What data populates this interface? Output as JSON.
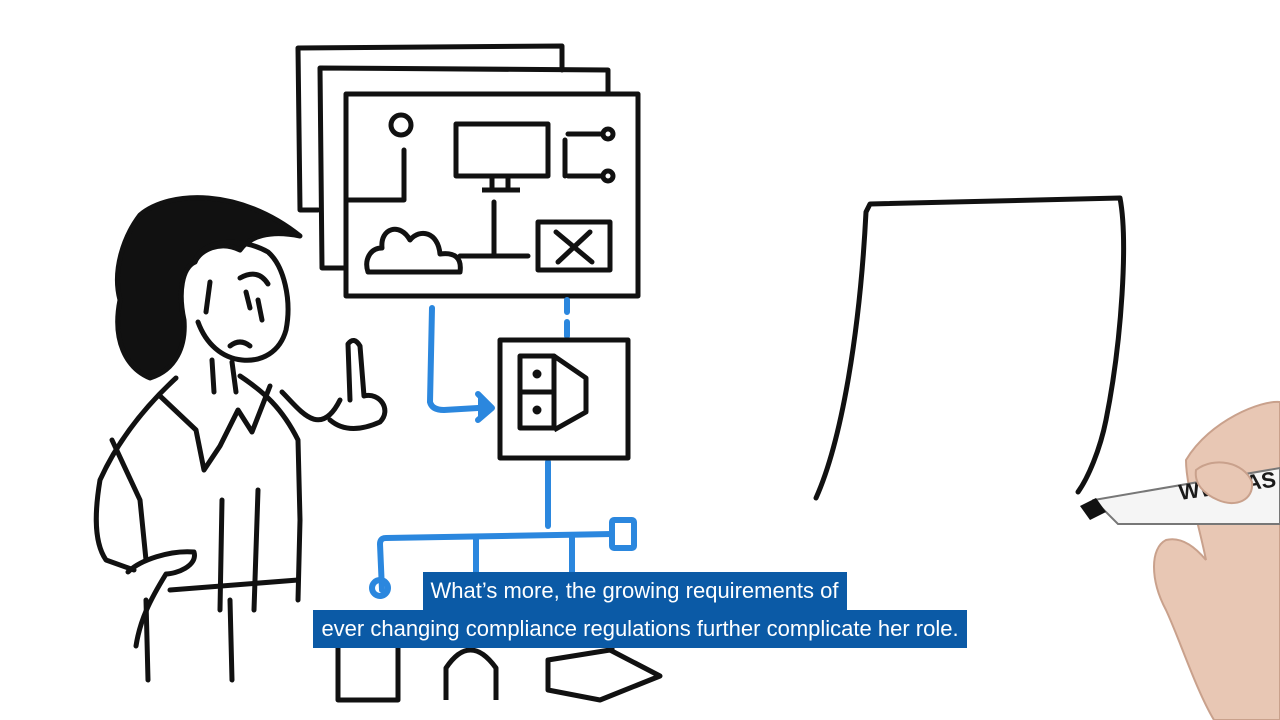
{
  "video": {
    "subtitle": {
      "line1": "What’s more, the growing requirements of",
      "line2": "ever changing compliance regulations further complicate her role."
    },
    "marker_imprint": "WWW.AS"
  },
  "colors": {
    "ink": "#111111",
    "accent_blue": "#2b87de",
    "caption_bg": "#0b5aa6",
    "caption_text": "#ffffff"
  },
  "icons": [
    "woman-figure-icon",
    "network-diagram-icon",
    "monitor-icon",
    "cloud-icon",
    "server-cabinet-icon",
    "door-frame-icon",
    "hand-with-marker-icon"
  ]
}
